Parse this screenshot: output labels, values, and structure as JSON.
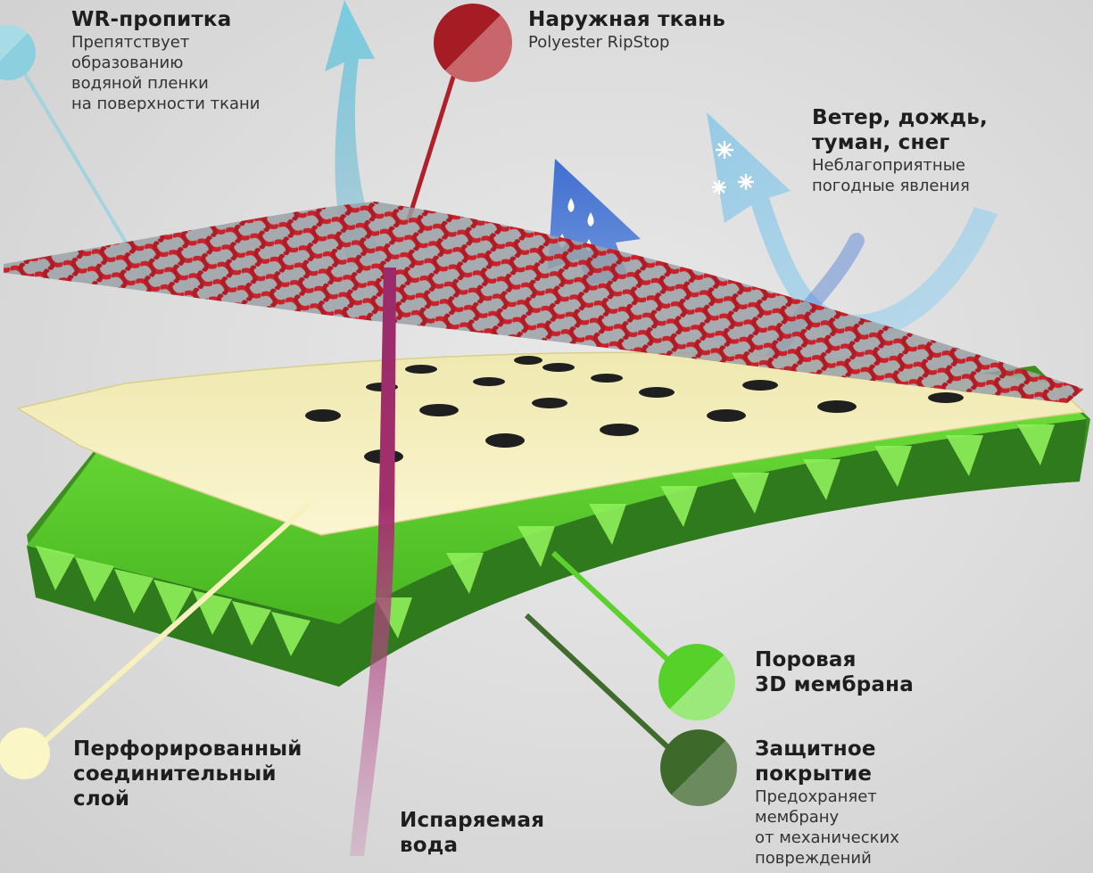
{
  "labels": {
    "wr": {
      "title": "WR-пропитка",
      "desc": [
        "Препятствует",
        "образованию",
        "водяной пленки",
        "на поверхности ткани"
      ]
    },
    "outer": {
      "title": "Наружная ткань",
      "desc": [
        "Polyester RipStop"
      ]
    },
    "weather": {
      "title": [
        "Ветер, дождь,",
        "туман, снег"
      ],
      "desc": [
        "Неблагоприятные",
        "погодные явления"
      ]
    },
    "pore": {
      "title": [
        "Поровая",
        "3D мембрана"
      ]
    },
    "protect": {
      "title": [
        "Защитное",
        "покрытие"
      ],
      "desc": [
        "Предохраняет",
        "мембрану",
        "от механических",
        "повреждений"
      ]
    },
    "perf": {
      "title": [
        "Перфорированный",
        "соединительный",
        "слой"
      ]
    },
    "vapor": {
      "title": [
        "Испаряемая",
        "вода"
      ]
    }
  },
  "colors": {
    "wr": "#8fd1e0",
    "outer": "#b0202a",
    "yellow_layer": "#f7f1bf",
    "membrane": "#5ad12c",
    "membrane_dark": "#2f6b23",
    "protect": "#3f6b2c",
    "vapor": "#b0407c",
    "rain_arrow": "#4f7fd3",
    "snow_arrow": "#9fd3ec"
  },
  "icons": {
    "rain_arrow": "raindrop-icon",
    "snow_arrow": "snowflake-icon"
  }
}
